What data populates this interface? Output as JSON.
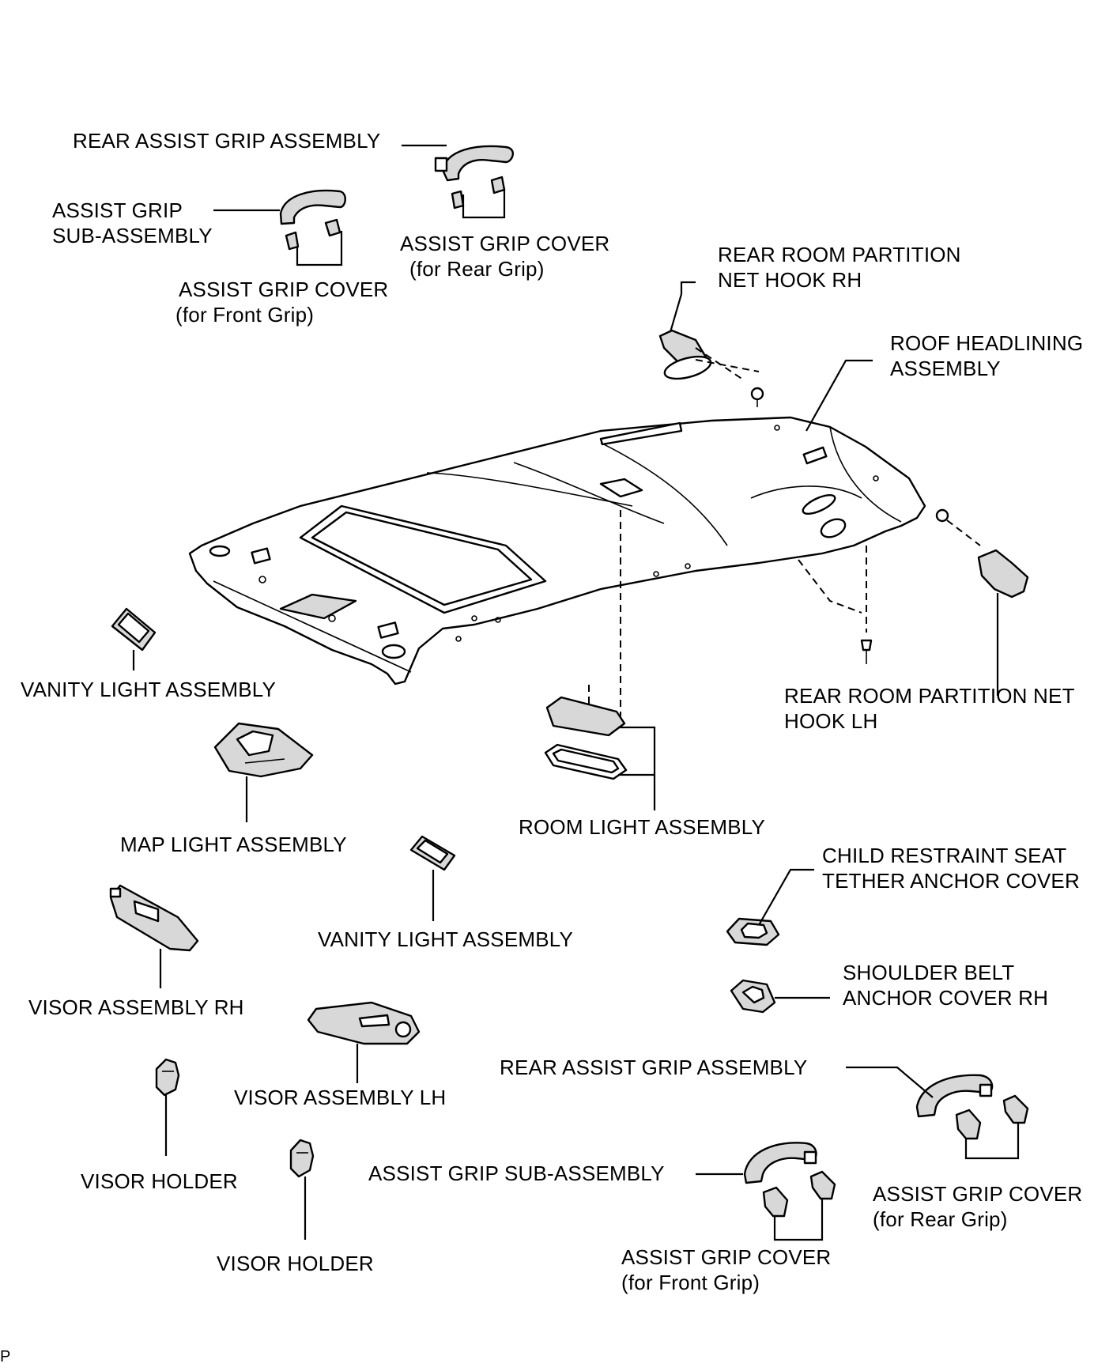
{
  "labels": {
    "rear_assist_grip_top": "REAR ASSIST GRIP ASSEMBLY",
    "assist_grip_sub_top": [
      "ASSIST GRIP",
      "SUB-ASSEMBLY"
    ],
    "assist_grip_cover_rear_top": [
      "ASSIST GRIP COVER",
      "(for Rear Grip)"
    ],
    "assist_grip_cover_front_top": [
      "ASSIST GRIP COVER",
      "(for Front Grip)"
    ],
    "net_hook_rh": [
      "REAR ROOM PARTITION",
      "NET HOOK RH"
    ],
    "roof_headlining": [
      "ROOF HEADLINING",
      "ASSEMBLY"
    ],
    "vanity_light_left": "VANITY LIGHT ASSEMBLY",
    "net_hook_lh": [
      "REAR ROOM PARTITION NET",
      "HOOK LH"
    ],
    "map_light": "MAP LIGHT ASSEMBLY",
    "room_light": "ROOM LIGHT ASSEMBLY",
    "child_restraint": [
      "CHILD RESTRAINT SEAT",
      "TETHER ANCHOR COVER"
    ],
    "vanity_light_center": "VANITY LIGHT ASSEMBLY",
    "visor_rh": "VISOR ASSEMBLY RH",
    "shoulder_belt": [
      "SHOULDER BELT",
      "ANCHOR COVER RH"
    ],
    "visor_lh": "VISOR ASSEMBLY LH",
    "rear_assist_grip_bottom": "REAR ASSIST GRIP ASSEMBLY",
    "visor_holder_left": "VISOR HOLDER",
    "assist_grip_sub_bottom": "ASSIST GRIP SUB-ASSEMBLY",
    "assist_grip_cover_rear_bottom": [
      "ASSIST GRIP COVER",
      "(for Rear Grip)"
    ],
    "visor_holder_center": "VISOR HOLDER",
    "assist_grip_cover_front_bottom": [
      "ASSIST GRIP COVER",
      "(for Front Grip)"
    ]
  },
  "footer_code": "P"
}
